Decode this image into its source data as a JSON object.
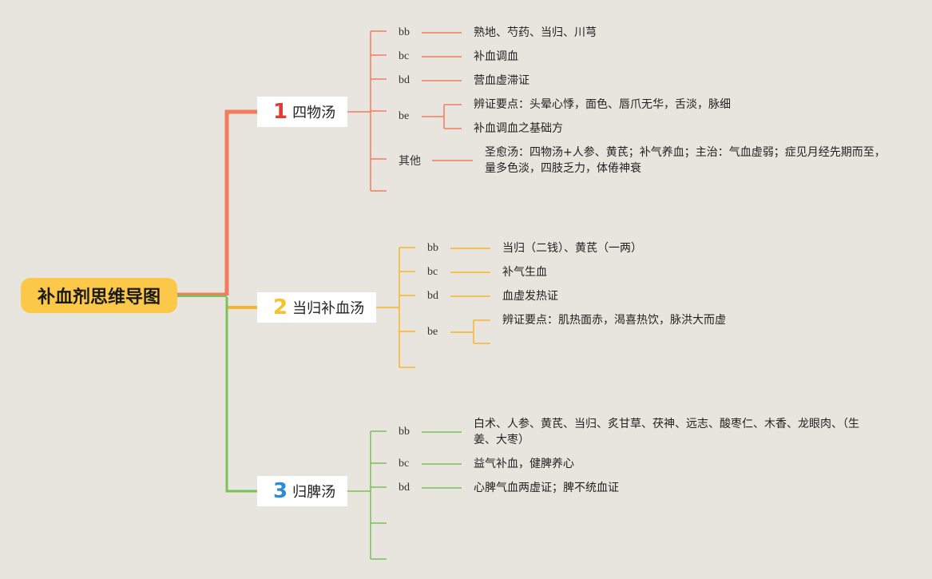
{
  "root": {
    "title": "补血剂思维导图"
  },
  "colors": {
    "background": "#E8E5DE",
    "root": "#FCC84A",
    "branch1": "#F47C5E",
    "branch2": "#F7B52C",
    "branch3": "#7BC15A",
    "num1": "#E53935",
    "num2": "#F2C230",
    "num3": "#2A8CD7"
  },
  "branches": [
    {
      "num": "1",
      "title": "四物汤",
      "items": [
        {
          "key": "bb",
          "values": [
            "熟地、芍药、当归、川芎"
          ]
        },
        {
          "key": "bc",
          "values": [
            "补血调血"
          ]
        },
        {
          "key": "bd",
          "values": [
            "营血虚滞证"
          ]
        },
        {
          "key": "be",
          "values": [
            "辨证要点：头晕心悸，面色、唇爪无华，舌淡，脉细",
            "补血调血之基础方"
          ]
        },
        {
          "key": "其他",
          "values": [
            "圣愈汤：四物汤+人参、黄芪；补气养血；主治：气血虚弱；症见月经先期而至，量多色淡，四肢乏力，体倦神衰"
          ]
        }
      ]
    },
    {
      "num": "2",
      "title": "当归补血汤",
      "items": [
        {
          "key": "bb",
          "values": [
            "当归（二钱）、黄芪（一两）"
          ]
        },
        {
          "key": "bc",
          "values": [
            "补气生血"
          ]
        },
        {
          "key": "bd",
          "values": [
            "血虚发热证"
          ]
        },
        {
          "key": "be",
          "values": [
            "辨证要点：肌热面赤，渴喜热饮，脉洪大而虚"
          ]
        }
      ]
    },
    {
      "num": "3",
      "title": "归脾汤",
      "items": [
        {
          "key": "bb",
          "values": [
            "白术、人参、黄芪、当归、炙甘草、茯神、远志、酸枣仁、木香、龙眼肉、（生姜、大枣）"
          ]
        },
        {
          "key": "bc",
          "values": [
            "益气补血，健脾养心"
          ]
        },
        {
          "key": "bd",
          "values": [
            "心脾气血两虚证；脾不统血证"
          ]
        }
      ]
    }
  ]
}
